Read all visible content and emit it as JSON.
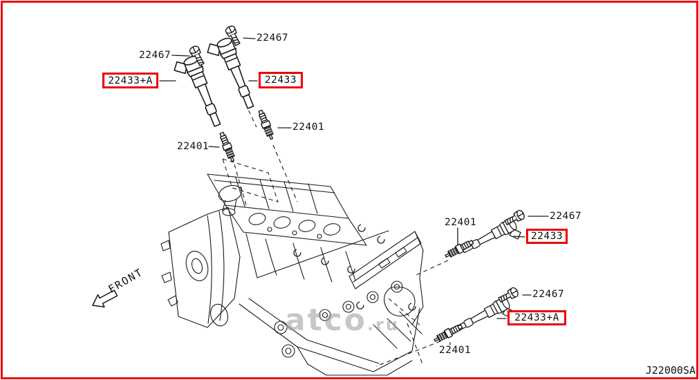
{
  "colors": {
    "highlight_red": "#ee0000",
    "border_red": "#ee1111",
    "line": "#1a1a1a",
    "watermark_gray": "#9a9a9a"
  },
  "labels": [
    {
      "text": "22467",
      "style": "plain",
      "part": "coil-bolt",
      "position": "top-left"
    },
    {
      "text": "22467",
      "style": "plain",
      "part": "coil-bolt",
      "position": "top-right"
    },
    {
      "text": "22433+A",
      "style": "boxed",
      "part": "ignition-coil",
      "position": "top-left"
    },
    {
      "text": "22433",
      "style": "boxed",
      "part": "ignition-coil",
      "position": "top-right"
    },
    {
      "text": "22401",
      "style": "plain",
      "part": "spark-plug",
      "position": "top-right"
    },
    {
      "text": "22401",
      "style": "plain",
      "part": "spark-plug",
      "position": "top-left"
    },
    {
      "text": "22401",
      "style": "plain",
      "part": "spark-plug",
      "position": "mid-right"
    },
    {
      "text": "22467",
      "style": "plain",
      "part": "coil-bolt",
      "position": "mid-right"
    },
    {
      "text": "22433",
      "style": "boxed",
      "part": "ignition-coil",
      "position": "mid-right"
    },
    {
      "text": "22467",
      "style": "plain",
      "part": "coil-bolt",
      "position": "bottom-right"
    },
    {
      "text": "22433+A",
      "style": "boxed",
      "part": "ignition-coil",
      "position": "bottom-right"
    },
    {
      "text": "22401",
      "style": "plain",
      "part": "spark-plug",
      "position": "bottom-right"
    }
  ],
  "front_label": "FRONT",
  "diagram_code": "J22000SA",
  "watermark": {
    "main": "atco",
    "suffix": ".ru"
  },
  "icons": {
    "front-arrow": "outlined block arrow pointing down-left",
    "ignition-coil": "pencil-coil line art",
    "spark-plug": "spark plug line art",
    "bolt": "shoulder screw line art",
    "engine": "isometric V6 engine line art"
  }
}
